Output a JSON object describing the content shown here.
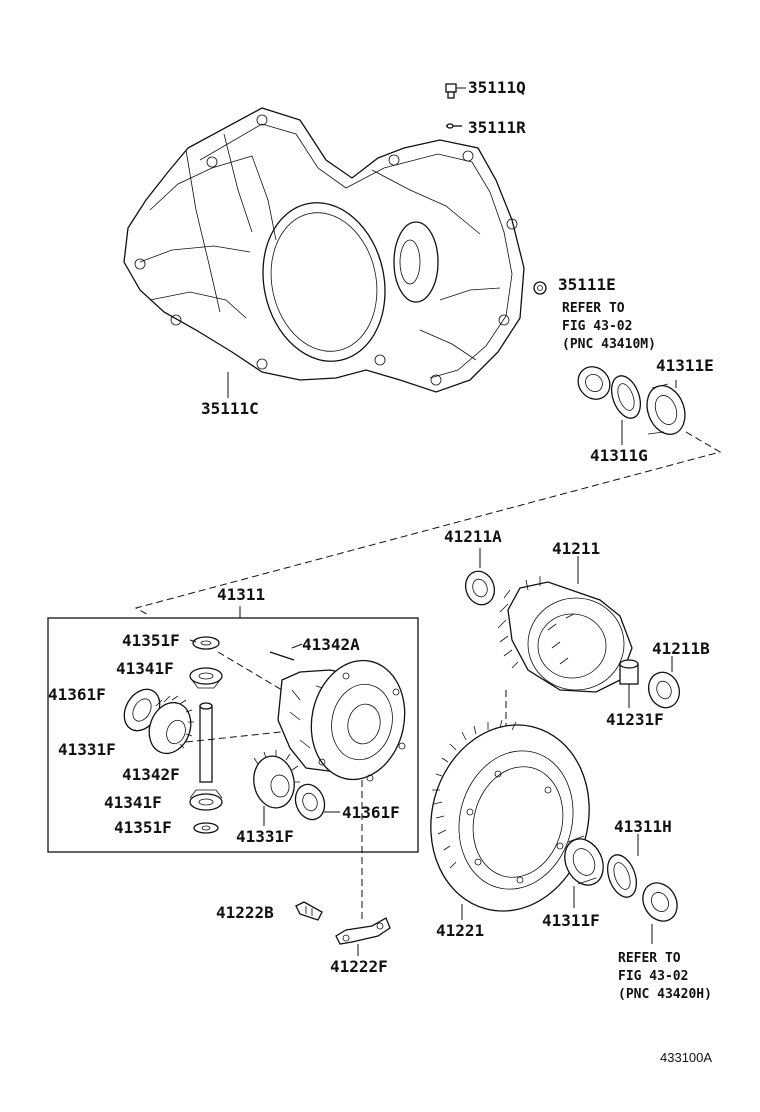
{
  "labels": {
    "p35111Q": "35111Q",
    "p35111R": "35111R",
    "p35111E": "35111E",
    "p35111C": "35111C",
    "p41311E": "41311E",
    "p41311G": "41311G",
    "p41211A": "41211A",
    "p41211": "41211",
    "p41311": "41311",
    "p41211B": "41211B",
    "p41231F": "41231F",
    "p41351F_top": "41351F",
    "p41342A": "41342A",
    "p41341F_top": "41341F",
    "p41361F_left": "41361F",
    "p41331F_left": "41331F",
    "p41342F": "41342F",
    "p41341F_bot": "41341F",
    "p41351F_bot": "41351F",
    "p41331F_bot": "41331F",
    "p41361F_right": "41361F",
    "p41311H": "41311H",
    "p41311F": "41311F",
    "p41221": "41221",
    "p41222B": "41222B",
    "p41222F": "41222F"
  },
  "notes": {
    "refer_top": [
      "REFER TO",
      "FIG 43-02",
      "(PNC 43410M)"
    ],
    "refer_bottom": [
      "REFER TO",
      "FIG 43-02",
      "(PNC 43420H)"
    ]
  },
  "figure_number": "433100A"
}
